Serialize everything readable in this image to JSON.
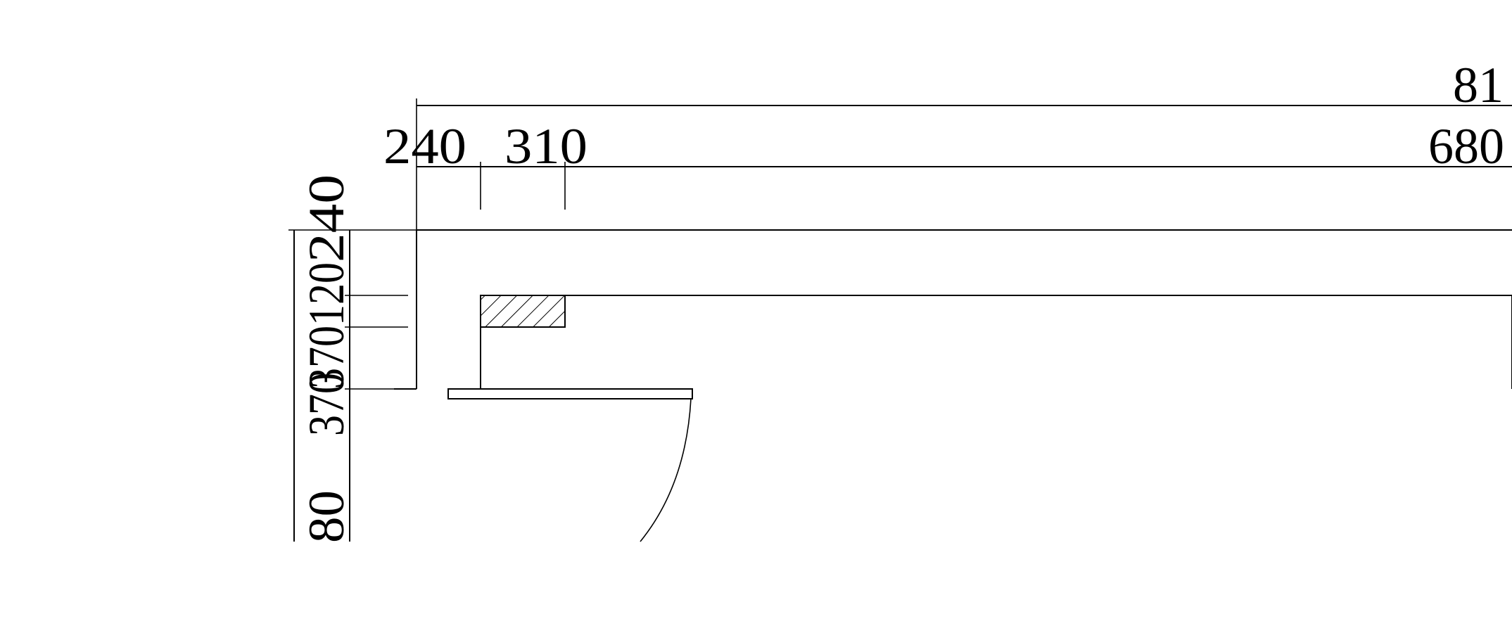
{
  "dimensions": {
    "top_total": "81",
    "top_left_part": "240",
    "top_second_part": "310",
    "top_right_part": "680",
    "vertical_top": "240",
    "vertical_second": "120",
    "vertical_third": "370",
    "vertical_fourth": "370",
    "vertical_bottom": "80"
  }
}
